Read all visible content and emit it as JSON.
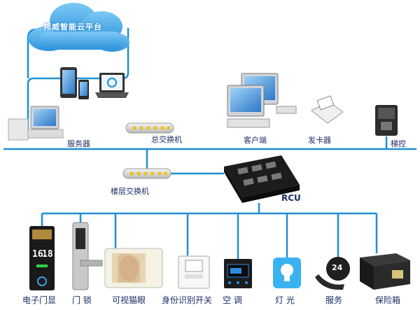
{
  "cloud": {
    "title": "邦威智能云平台"
  },
  "labels": {
    "server": "服务器",
    "main_switch": "总交换机",
    "client": "客户端",
    "card_issuer": "发卡器",
    "elevator_control": "梯控",
    "floor_switch": "楼层交换机",
    "rcu": "RCU"
  },
  "devices": [
    {
      "label": "电子门显"
    },
    {
      "label": "门 锁"
    },
    {
      "label": "可视猫眼"
    },
    {
      "label": "身份识别开关"
    },
    {
      "label": "空 调"
    },
    {
      "label": "灯 光"
    },
    {
      "label": "服务"
    },
    {
      "label": "保险箱"
    }
  ],
  "door_display": {
    "room_left": "16",
    "room_right": "18"
  },
  "service_badge": {
    "number": "24"
  },
  "colors": {
    "line": "#1f8fd6",
    "cloud": "#4fb2ec",
    "text": "#1b2d63"
  }
}
